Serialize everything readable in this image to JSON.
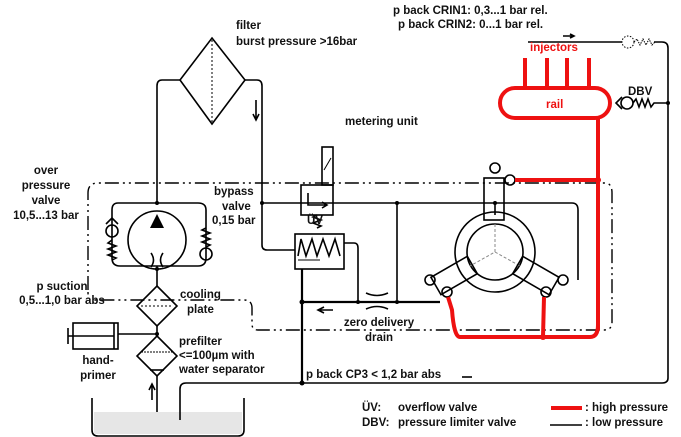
{
  "labels": {
    "filter": "filter",
    "filter_burst": "burst pressure >16bar",
    "p_back_crin1": "p back CRIN1: 0,3...1 bar rel.",
    "p_back_crin2": "p back CRIN2: 0...1 bar rel.",
    "injectors": "injectors",
    "rail": "rail",
    "dbv": "DBV",
    "metering_unit": "metering unit",
    "over_pressure_valve": [
      "over",
      "pressure",
      "valve",
      "10,5...13 bar"
    ],
    "bypass_valve": [
      "bypass",
      "valve",
      "0,15 bar"
    ],
    "uv": "ÜV",
    "p_suction": [
      "p suction",
      "0,5...1,0 bar abs"
    ],
    "cooling_plate": [
      "cooling",
      "plate"
    ],
    "zero_delivery_drain": [
      "zero delivery",
      "drain"
    ],
    "prefilter": [
      "prefilter",
      "<=100µm with",
      "water separator"
    ],
    "hand_primer": [
      "hand-",
      "primer"
    ],
    "p_back_cp3": "p back CP3 < 1,2 bar abs"
  },
  "legend": {
    "uv_abbr": "ÜV:",
    "uv_text": "overflow valve",
    "dbv_abbr": "DBV:",
    "dbv_text": "pressure limiter valve",
    "high_pressure": ": high pressure",
    "low_pressure": ": low pressure"
  },
  "colors": {
    "high_pressure": "#ee1111",
    "low_pressure": "#000000"
  }
}
